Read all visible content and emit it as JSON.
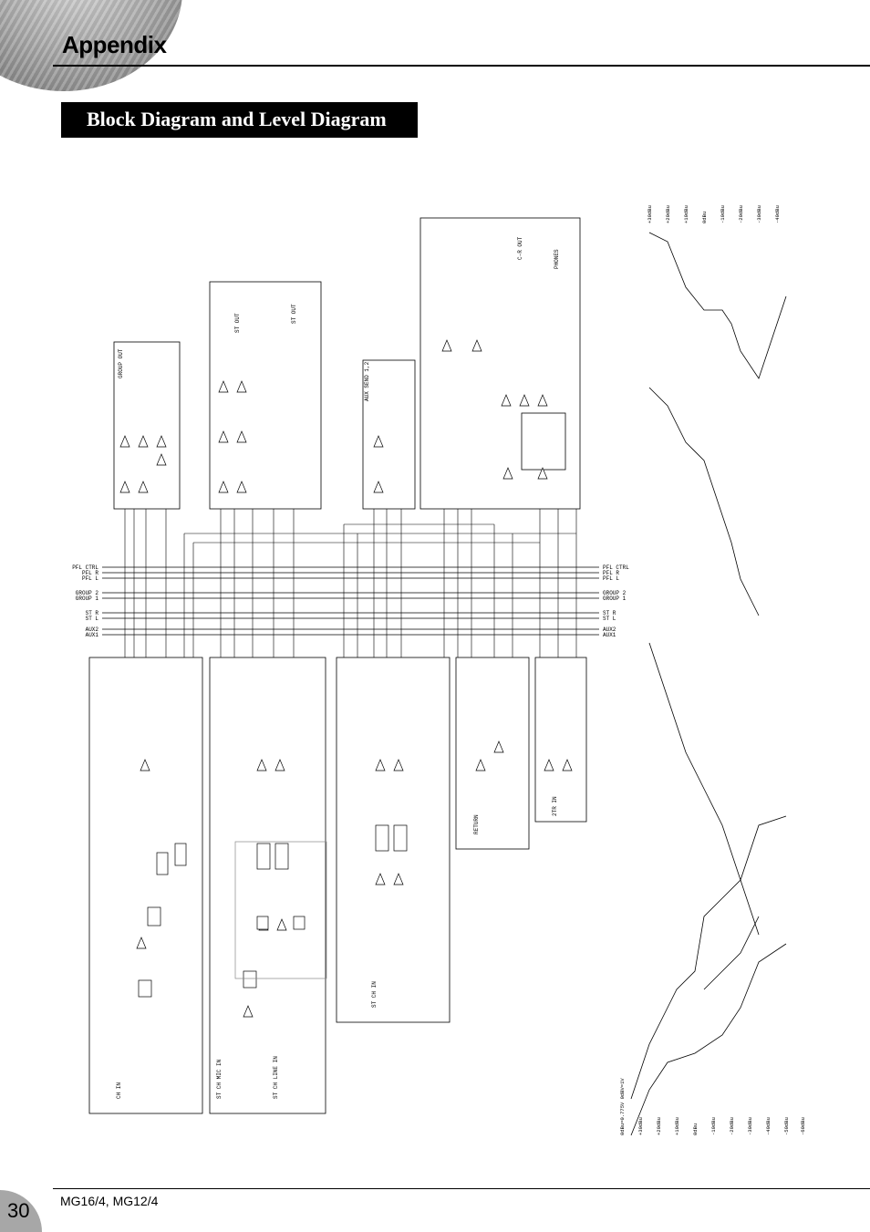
{
  "header": {
    "title": "Appendix",
    "section": "Block Diagram and Level Diagram"
  },
  "diagram": {
    "bus_labels_left": [
      "PFL CTRL",
      "PFL R",
      "PFL L",
      "GROUP 2",
      "GROUP 1",
      "ST R",
      "ST L",
      "AUX2",
      "AUX1"
    ],
    "bus_labels_right": [
      "PFL CTRL",
      "PFL R",
      "PFL L",
      "GROUP 2",
      "GROUP 1",
      "ST R",
      "ST L",
      "AUX2",
      "AUX1"
    ],
    "level_scale": [
      "+30dBu",
      "+20dBu",
      "+10dBu",
      "0dBu",
      "-10dBu",
      "-20dBu",
      "-30dBu",
      "-40dBu",
      "-50dBu",
      "-60dBu"
    ],
    "level_scale_top": [
      "+30dBu",
      "+20dBu",
      "+10dBu",
      "0dBu",
      "-10dBu",
      "-20dBu",
      "-30dBu",
      "-40dBu"
    ],
    "level_reference": "0dBu=0.775V\n0dBV=1V"
  },
  "footer": {
    "model": "MG16/4, MG12/4",
    "page_number": "30"
  }
}
